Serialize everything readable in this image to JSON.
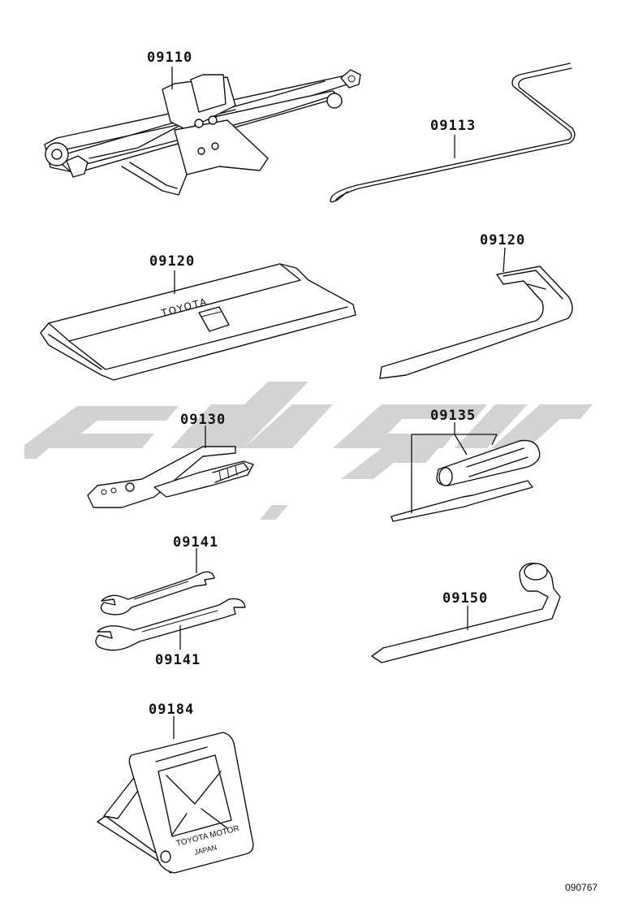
{
  "diagram": {
    "parts": [
      {
        "id": "jack",
        "number": "09110"
      },
      {
        "id": "jack-handle-hook",
        "number": "09113"
      },
      {
        "id": "tool-bag",
        "number": "09120"
      },
      {
        "id": "jack-handle-bar",
        "number": "09120"
      },
      {
        "id": "pliers",
        "number": "09130"
      },
      {
        "id": "screwdriver",
        "number": "09135"
      },
      {
        "id": "wrench-upper",
        "number": "09141"
      },
      {
        "id": "wrench-lower",
        "number": "09141"
      },
      {
        "id": "wheel-nut-wrench",
        "number": "09150"
      },
      {
        "id": "wheel-chock",
        "number": "09184"
      }
    ],
    "bag_brand": "TOYOTA",
    "chock_text_line1": "TOYOTA MOTOR",
    "chock_text_line2": "JAPAN",
    "drawing_code": "090767"
  }
}
